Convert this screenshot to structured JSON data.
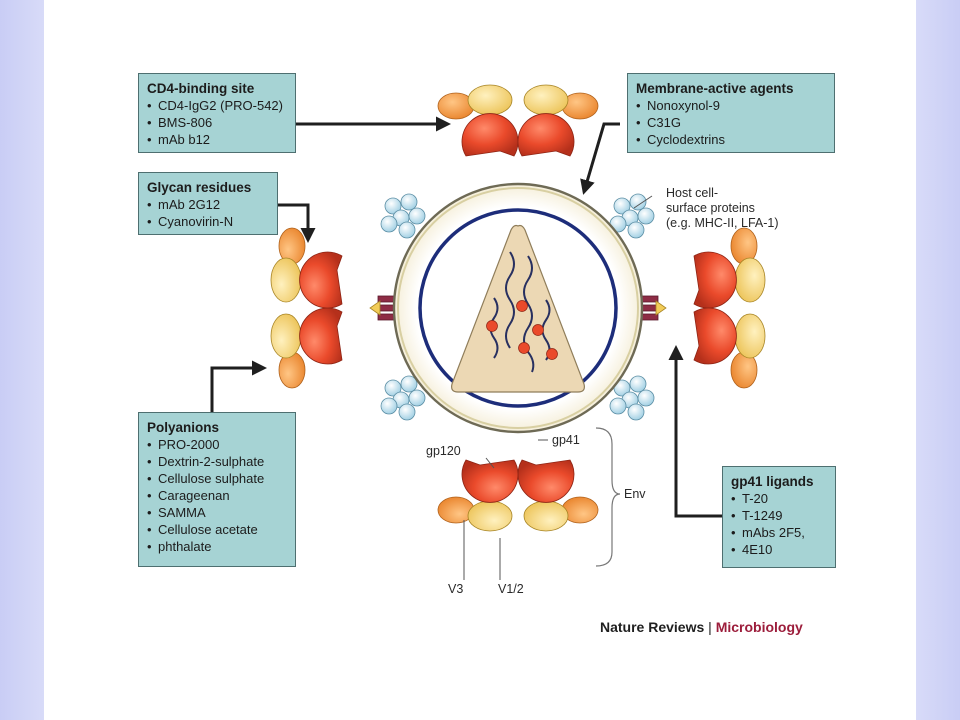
{
  "boxes": {
    "cd4": {
      "title": "CD4-binding site",
      "items": [
        "CD4-IgG2 (PRO-542)",
        "BMS-806",
        "mAb b12"
      ]
    },
    "glycan": {
      "title": "Glycan residues",
      "items": [
        "mAb 2G12",
        "Cyanovirin-N"
      ]
    },
    "membrane": {
      "title": "Membrane-active agents",
      "items": [
        "Nonoxynol-9",
        "C31G",
        "Cyclodextrins"
      ]
    },
    "polyanions": {
      "title": "Polyanions",
      "items": [
        "PRO-2000",
        "Dextrin-2-sulphate",
        "Cellulose sulphate",
        "Carageenan",
        "SAMMA",
        "Cellulose acetate",
        "phthalate"
      ]
    },
    "gp41": {
      "title": "gp41 ligands",
      "items": [
        "T-20",
        "T-1249",
        "mAbs 2F5,",
        "4E10"
      ]
    }
  },
  "host_label": [
    "Host cell-",
    "surface proteins",
    "(e.g. MHC-II, LFA-1)"
  ],
  "labels": {
    "gp120": "gp120",
    "gp41": "gp41",
    "env": "Env",
    "v3": "V3",
    "v12": "V1/2"
  },
  "credit": {
    "journal": "Nature Reviews",
    "separator": "|",
    "field": "Microbiology"
  },
  "colors": {
    "box_fill": "#a6d3d4",
    "spike_red": "#e84a2c",
    "spike_yellow": "#f3cf6d",
    "spike_orange": "#f3993e",
    "stalk": "#8e2c45",
    "membrane_navy": "#1d2d7a",
    "capsid": "#ecd8b4",
    "host_blue": "#bfe1ef",
    "accent_magenta": "#9c1d3b"
  }
}
